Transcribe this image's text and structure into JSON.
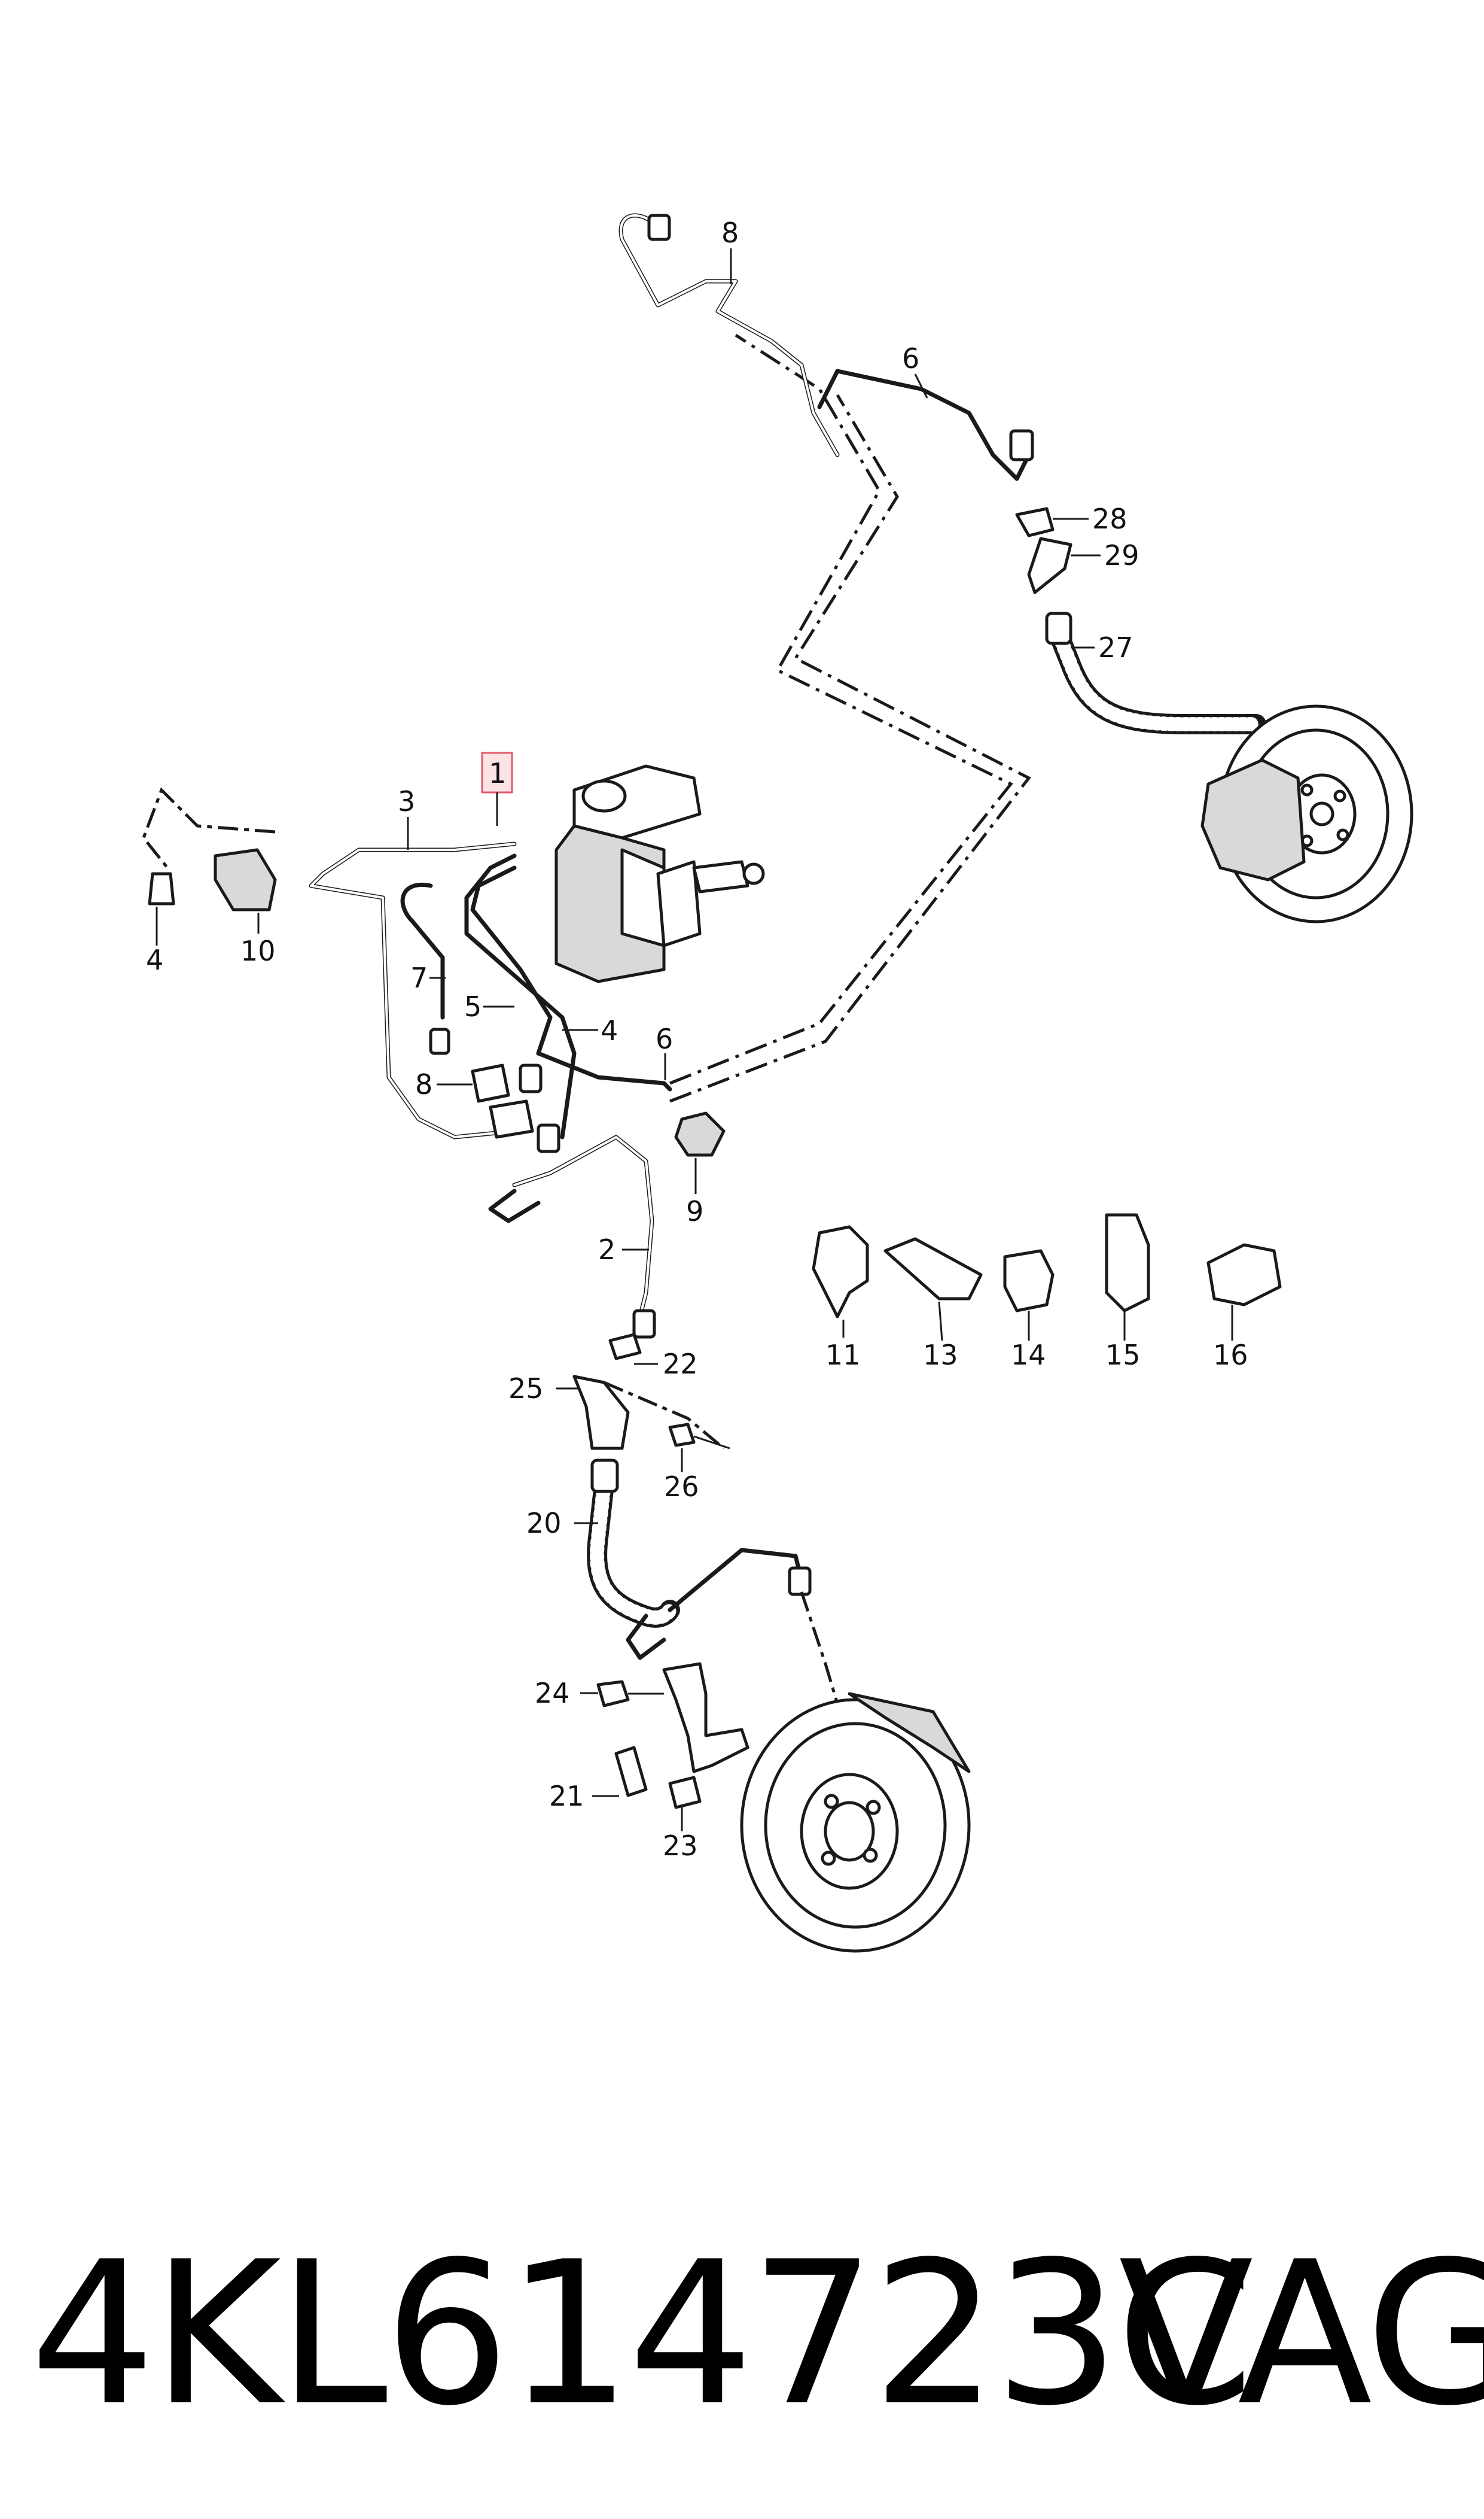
{
  "diagram": {
    "callouts": [
      {
        "id": "c1",
        "text": "1"
      },
      {
        "id": "c2",
        "text": "2"
      },
      {
        "id": "c3",
        "text": "3"
      },
      {
        "id": "c4a",
        "text": "4"
      },
      {
        "id": "c4b",
        "text": "4"
      },
      {
        "id": "c5",
        "text": "5"
      },
      {
        "id": "c6a",
        "text": "6"
      },
      {
        "id": "c6b",
        "text": "6"
      },
      {
        "id": "c7",
        "text": "7"
      },
      {
        "id": "c8a",
        "text": "8"
      },
      {
        "id": "c8b",
        "text": "8"
      },
      {
        "id": "c9",
        "text": "9"
      },
      {
        "id": "c10",
        "text": "10"
      },
      {
        "id": "c11",
        "text": "11"
      },
      {
        "id": "c13",
        "text": "13"
      },
      {
        "id": "c14",
        "text": "14"
      },
      {
        "id": "c15",
        "text": "15"
      },
      {
        "id": "c16",
        "text": "16"
      },
      {
        "id": "c20",
        "text": "20"
      },
      {
        "id": "c21",
        "text": "21"
      },
      {
        "id": "c22",
        "text": "22"
      },
      {
        "id": "c23",
        "text": "23"
      },
      {
        "id": "c24",
        "text": "24"
      },
      {
        "id": "c25",
        "text": "25"
      },
      {
        "id": "c26",
        "text": "26"
      },
      {
        "id": "c27",
        "text": "27"
      },
      {
        "id": "c28",
        "text": "28"
      },
      {
        "id": "c29",
        "text": "29"
      }
    ],
    "highlight_color": "#e05a6a"
  },
  "footer": {
    "part_number": "4KL614723C",
    "brand": "VAG"
  }
}
